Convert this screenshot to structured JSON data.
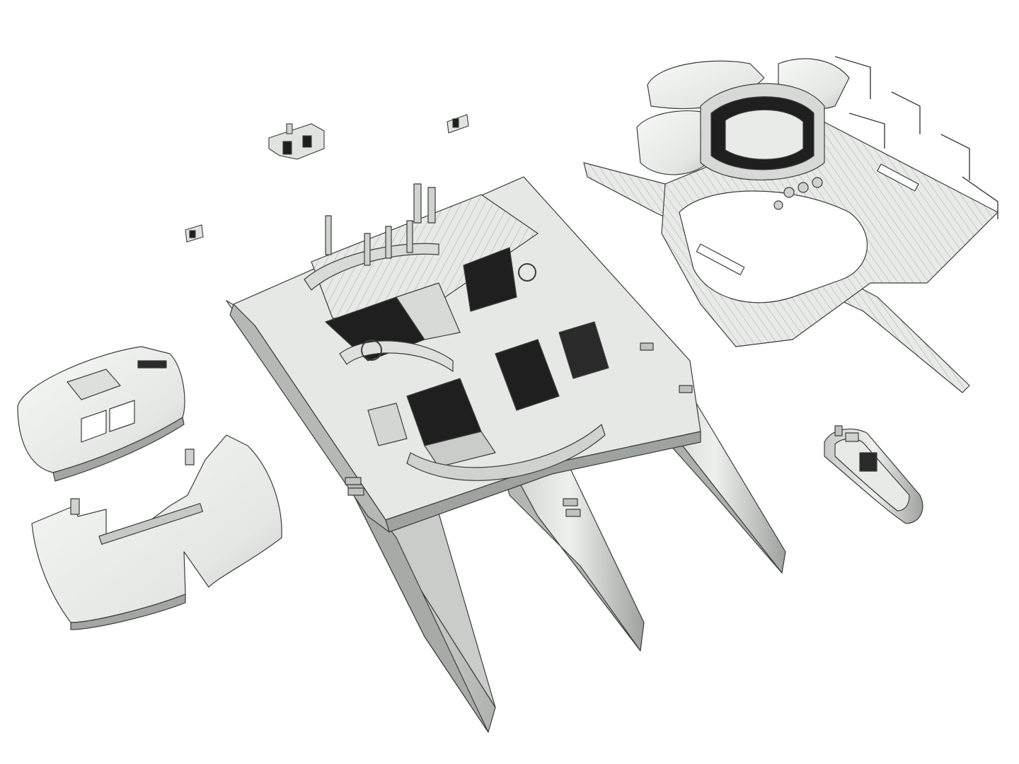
{
  "colors": {
    "background": "#ffffff",
    "surface_light": "#eef0ee",
    "surface_mid": "#d9dcd9",
    "surface_shade": "#b9bdb9",
    "surface_dark": "#8f938f",
    "cutaway_black": "#1a1a1a",
    "outline": "#3a3d3a",
    "teak_line": "#9a9e9a"
  },
  "parts": [
    {
      "name": "main-hull-assembly"
    },
    {
      "name": "upper-deck-flybridge"
    },
    {
      "name": "hardtop-roof"
    },
    {
      "name": "hardtop-lower-panel"
    },
    {
      "name": "tender-dinghy"
    },
    {
      "name": "small-fitting-a"
    },
    {
      "name": "small-fitting-b"
    },
    {
      "name": "small-fitting-c"
    }
  ]
}
